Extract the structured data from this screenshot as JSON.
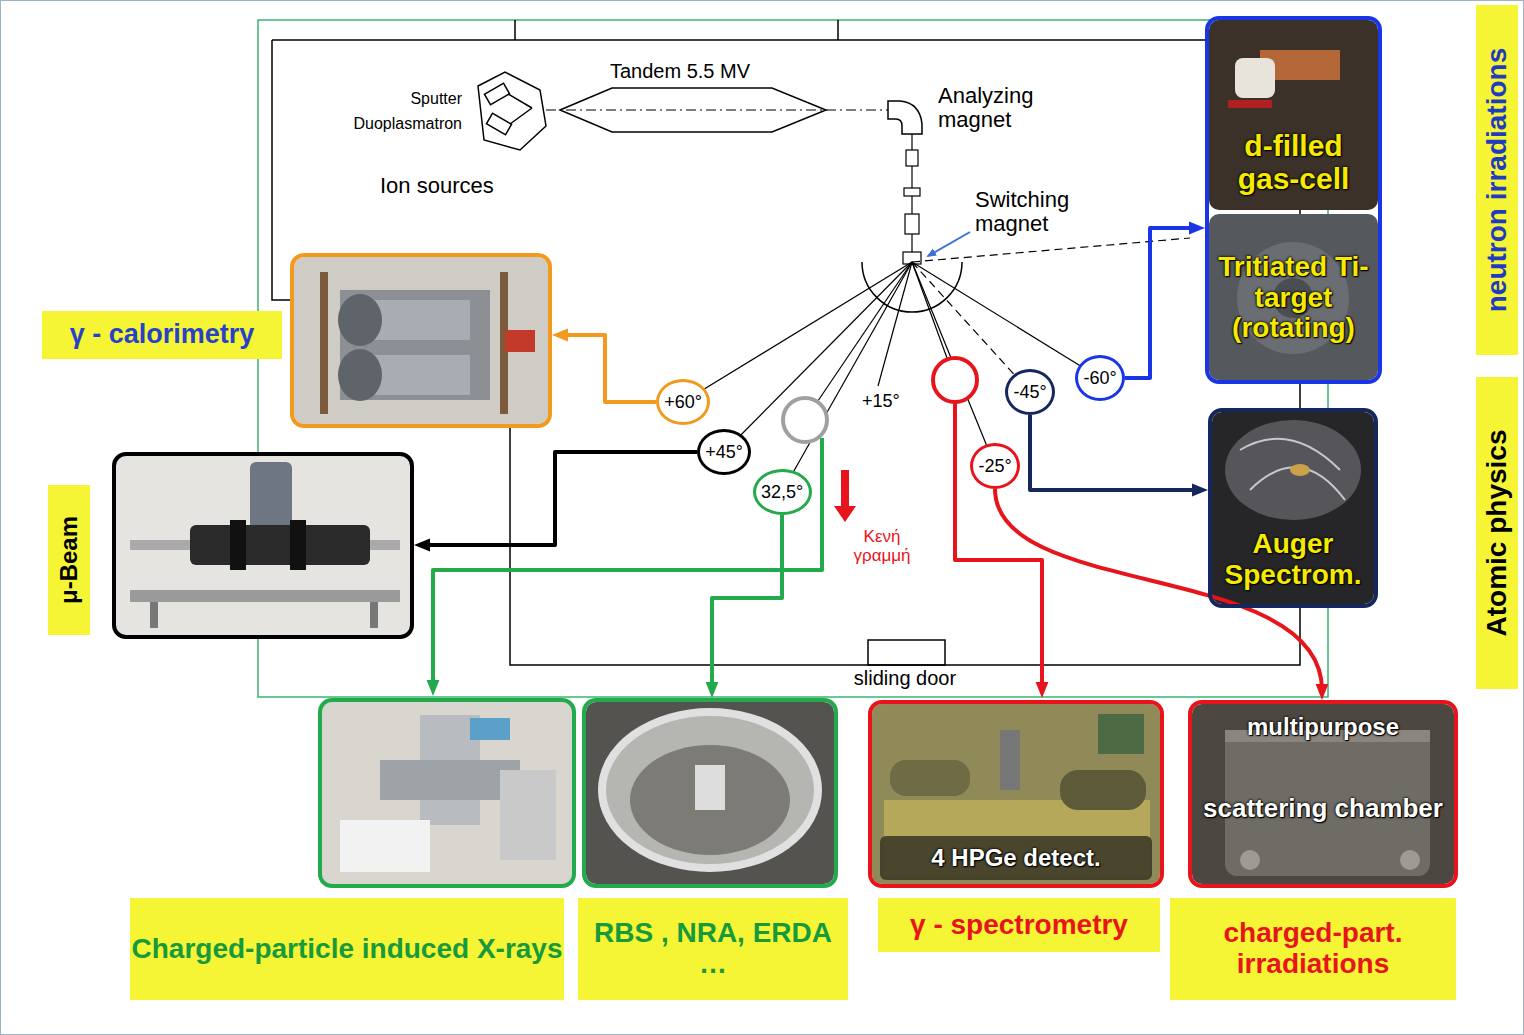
{
  "diagram": {
    "nodes": [
      {
        "text": [
          "d-filled gas-cell",
          "Tritiated Ti-target (rotating)",
          "neutron irradiations"
        ]
      },
      {
        "text": [
          "γ - calorimetry"
        ]
      },
      {
        "text": [
          "-60°"
        ]
      },
      {
        "text": [
          "-45°"
        ]
      },
      {
        "text": [
          "+60°"
        ]
      },
      {
        "text": [
          "+45°"
        ]
      },
      {
        "text": [
          "-25°"
        ]
      },
      {
        "text": [
          "32,5°"
        ]
      },
      {
        "text": [
          "Auger Spectrom.",
          "Atomic physics"
        ]
      },
      {
        "text": [
          "μ-Beam"
        ]
      },
      {
        "text": [
          "Charged-particle induced X-rays"
        ]
      },
      {
        "text": [
          "RBS , NRA, ERDA …"
        ]
      },
      {
        "text": [
          "4 HPGe detect.",
          "γ - spectrometry"
        ]
      },
      {
        "text": [
          "multipurpose",
          "scattering chamber",
          "charged-part. irradiations"
        ]
      }
    ],
    "edges": [
      {
        "from": 4,
        "to": 1,
        "arrow": "to"
      },
      {
        "from": 5,
        "to": 9,
        "arrow": "to"
      },
      {
        "from": 7,
        "to": 11,
        "arrow": "to"
      },
      {
        "from": 6,
        "to": 13,
        "arrow": "to"
      },
      {
        "from": 3,
        "to": 8,
        "arrow": "to"
      },
      {
        "from": 2,
        "to": 0,
        "arrow": "to"
      }
    ],
    "labels": [
      "Tandem 5.5 MV",
      "Sputter",
      "Duoplasmatron",
      "Ion sources",
      "Analyzing magnet",
      "Switching magnet",
      "+15°",
      "Κενή γραμμή",
      "sliding door"
    ]
  }
}
